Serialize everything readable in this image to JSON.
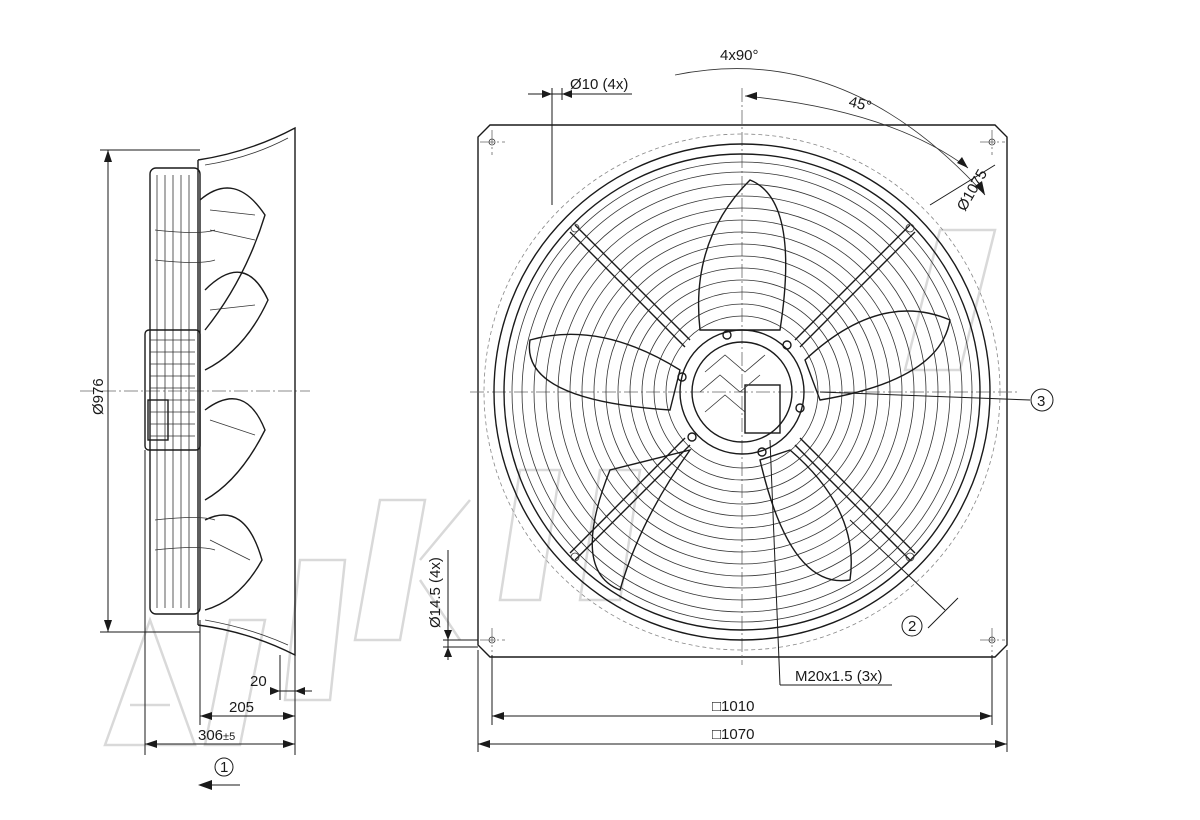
{
  "side_view": {
    "dia_976": "Ø976",
    "dim_20": "20",
    "dim_205": "205",
    "dim_306": "306",
    "tol_306": "±5",
    "item_1": "1"
  },
  "front_view": {
    "angle_4x90": "4x90°",
    "angle_45": "45°",
    "hole_10": "Ø10 (4x)",
    "dia_1075": "Ø1075",
    "hole_14_5": "Ø14.5 (4x)",
    "thread_m20": "M20x1.5 (3x)",
    "square_1010": "□1010",
    "square_1070": "□1070",
    "item_2": "2",
    "item_3": "3"
  },
  "colors": {
    "line": "#1a1a1a",
    "watermark": "#d9d9d9",
    "background": "#ffffff"
  },
  "icons": {
    "airflow_arrow": "left-arrow-icon"
  }
}
